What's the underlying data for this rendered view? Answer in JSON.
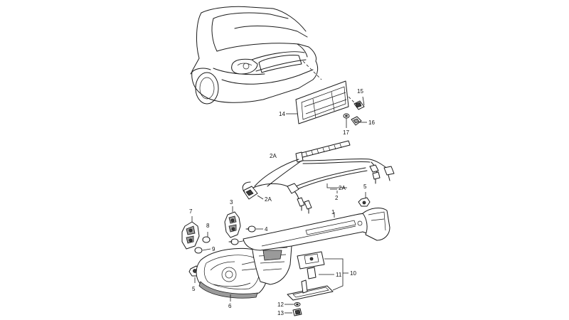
{
  "callouts": [
    {
      "id": "15",
      "text": "15"
    },
    {
      "id": "14",
      "text": "14"
    },
    {
      "id": "16",
      "text": "16"
    },
    {
      "id": "17",
      "text": "17"
    },
    {
      "id": "2A_right",
      "text": "2A"
    },
    {
      "id": "2A_left",
      "text": "2A"
    },
    {
      "id": "2",
      "text": "2"
    },
    {
      "id": "5_right",
      "text": "5"
    },
    {
      "id": "3",
      "text": "3"
    },
    {
      "id": "1",
      "text": "1"
    },
    {
      "id": "7",
      "text": "7"
    },
    {
      "id": "8",
      "text": "8"
    },
    {
      "id": "4_upper",
      "text": "4"
    },
    {
      "id": "4_lower",
      "text": "4"
    },
    {
      "id": "9",
      "text": "9"
    },
    {
      "id": "11",
      "text": "11"
    },
    {
      "id": "10",
      "text": "10"
    },
    {
      "id": "5_left",
      "text": "5"
    },
    {
      "id": "6",
      "text": "6"
    },
    {
      "id": "12",
      "text": "12"
    },
    {
      "id": "13",
      "text": "13"
    }
  ]
}
